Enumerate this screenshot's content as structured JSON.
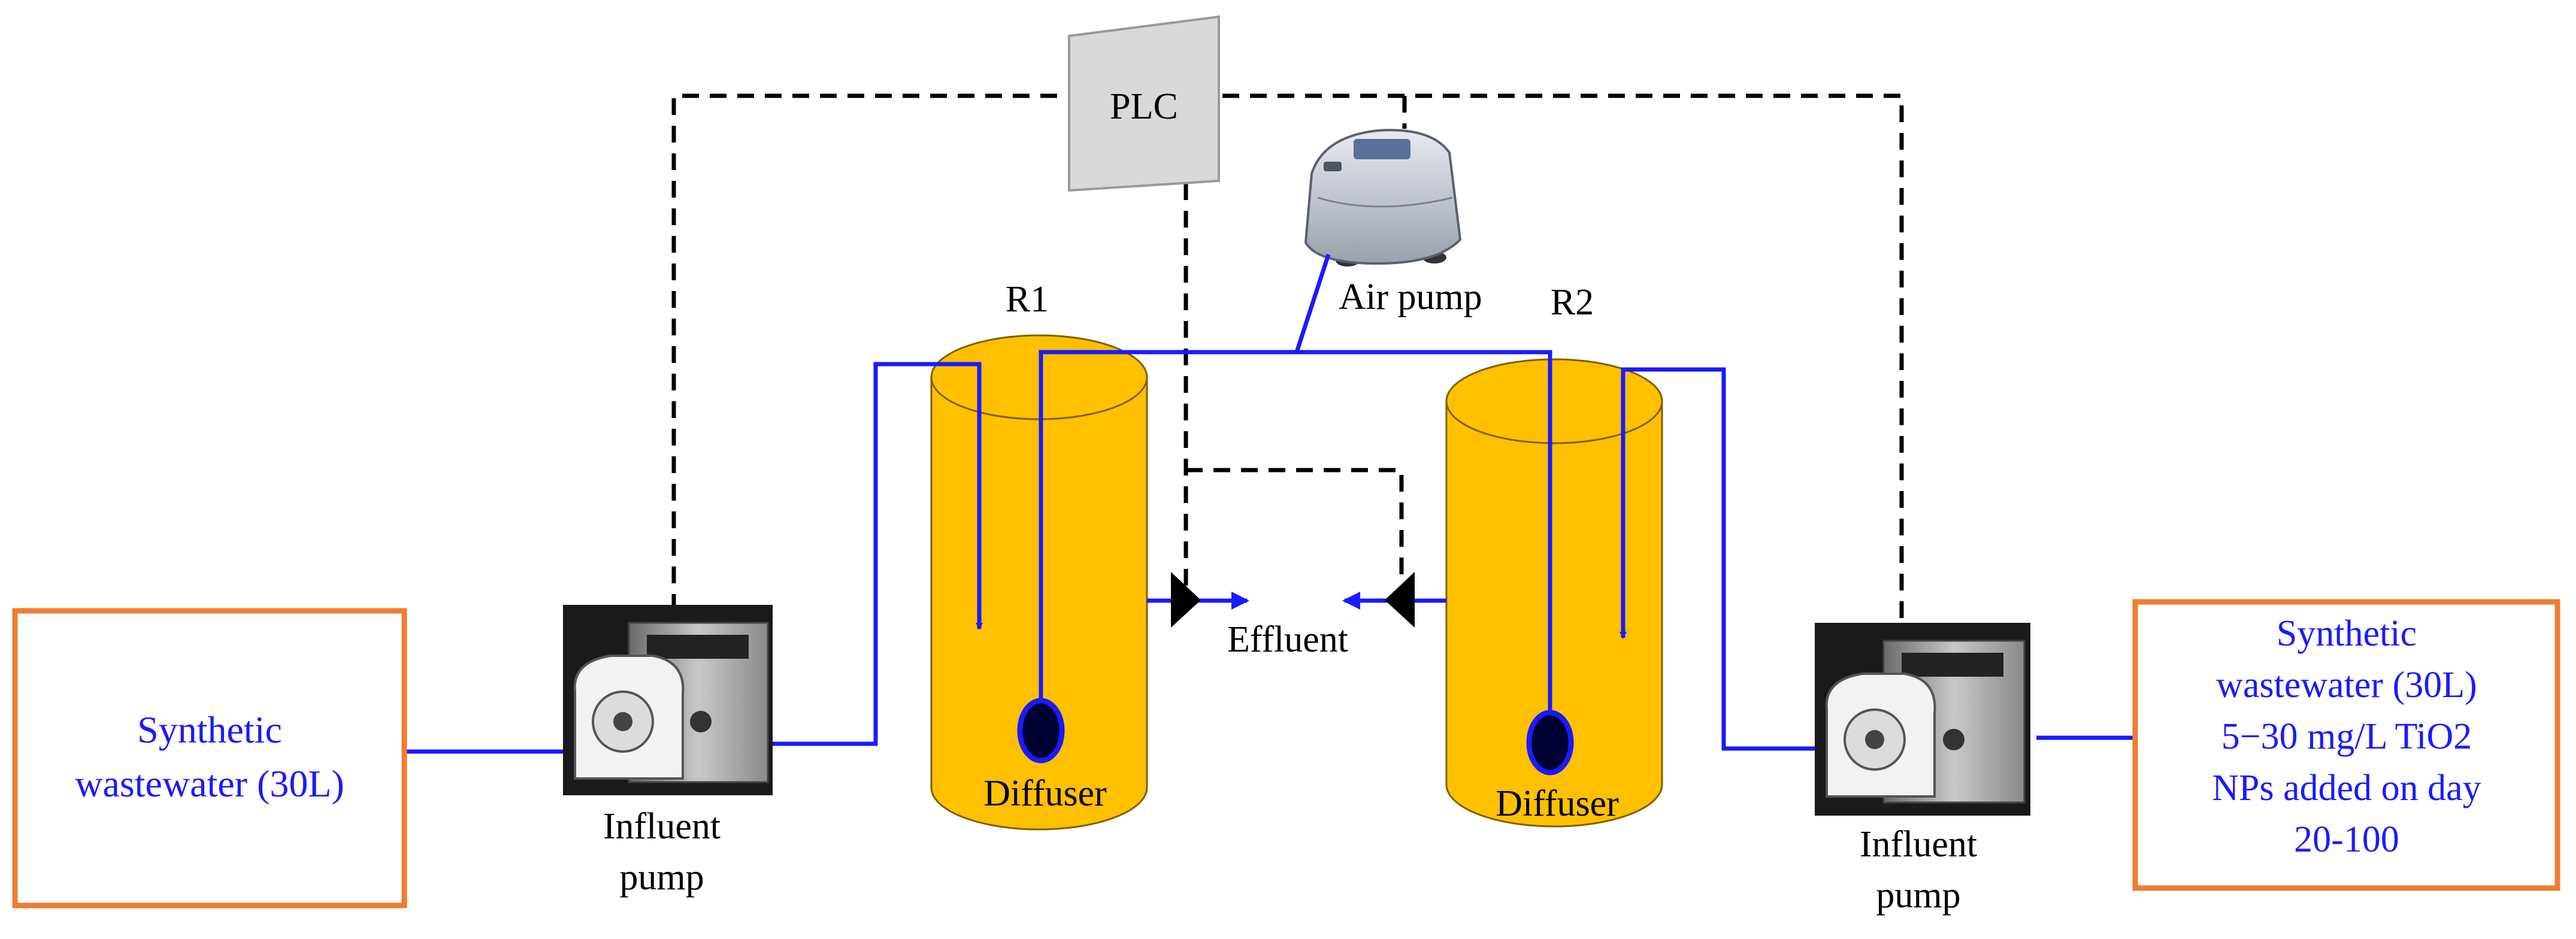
{
  "plc": {
    "label": "PLC"
  },
  "air_pump": {
    "label": "Air pump"
  },
  "reactors": [
    {
      "id": "R1",
      "diffuser_label": "Diffuser"
    },
    {
      "id": "R2",
      "diffuser_label": "Diffuser"
    }
  ],
  "effluent": {
    "label": "Effluent"
  },
  "left_tank": {
    "lines": [
      "Synthetic",
      "wastewater (30L)"
    ]
  },
  "right_tank": {
    "lines": [
      "Synthetic",
      "wastewater (30L)",
      "5−30 mg/L TiO2",
      "NPs  added on day",
      "20-100"
    ]
  },
  "left_pump": {
    "lines": [
      "Influent",
      "pump"
    ]
  },
  "right_pump": {
    "lines": [
      "Influent",
      "pump"
    ]
  },
  "colors": {
    "water_line": "#1a1aff",
    "control_line": "#000000",
    "reactor_fill": "#ffc000",
    "tank_border": "#ed7d31",
    "tank_text": "#1a1aff",
    "plc_fill": "#d9d9d9"
  }
}
